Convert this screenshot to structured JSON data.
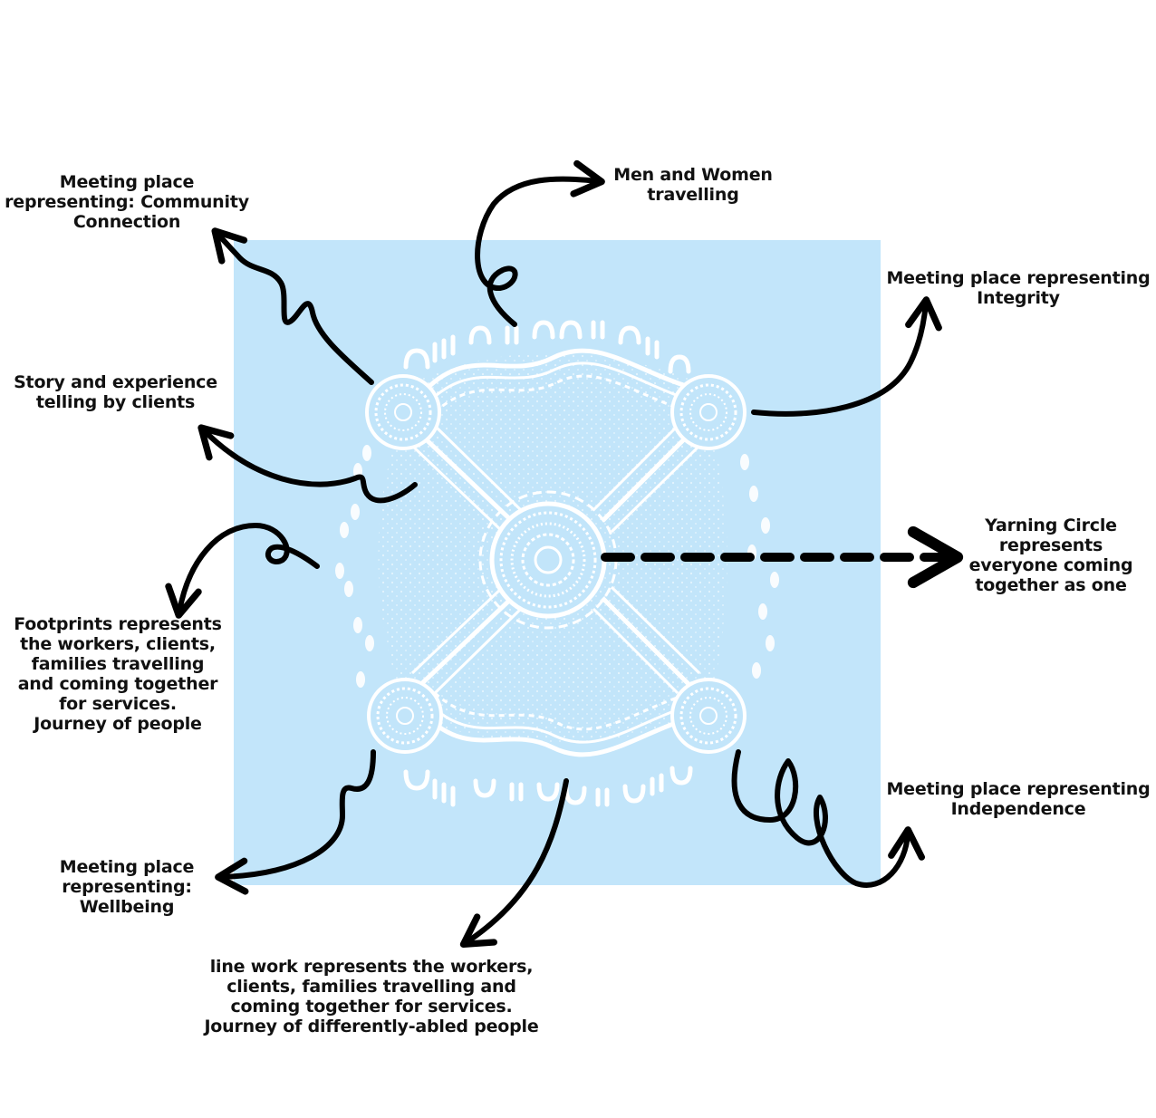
{
  "colors": {
    "panel": "#c2e5fa",
    "artwork": "#ffffff",
    "arrow": "#000000",
    "text": "#111111"
  },
  "labels": {
    "community": [
      "Meeting place",
      "representing: Community",
      "Connection"
    ],
    "men_women": [
      "Men and Women",
      "travelling"
    ],
    "integrity": [
      "Meeting place representing",
      "Integrity"
    ],
    "story": [
      "Story and experience",
      "telling by clients"
    ],
    "yarning": [
      "Yarning Circle",
      "represents",
      "everyone coming",
      "together as one"
    ],
    "footprints": [
      "Footprints represents",
      "the workers, clients,",
      "families travelling",
      "and coming together",
      "for services.",
      "Journey of people"
    ],
    "independence": [
      "Meeting place representing",
      "Independence"
    ],
    "wellbeing": [
      "Meeting place",
      "representing:",
      "Wellbeing"
    ],
    "linework": [
      "line work represents the workers,",
      "clients, families travelling and",
      "coming together for services.",
      "Journey of differently-abled people"
    ]
  }
}
